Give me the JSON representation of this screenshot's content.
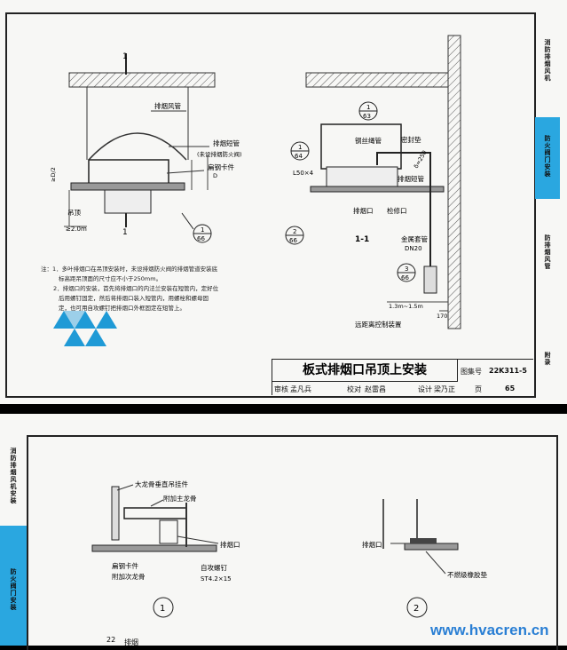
{
  "top_sheet": {
    "title": "板式排烟口吊顶上安装",
    "atlas_label": "图集号",
    "atlas_no": "22K311-5",
    "page_label": "页",
    "page_no": "65",
    "signoff": {
      "review_label": "审核",
      "review_name": "孟凡兵",
      "check_label": "校对",
      "check_name": "赵雷昌",
      "design_label": "设计",
      "design_name": "梁乃正"
    },
    "sidebar": {
      "tab1": "消防排烟风机",
      "tab2": "防火阀门安装",
      "tab3": "防排烟风管",
      "tab4": "附录"
    },
    "labels": {
      "section_mark": "1",
      "smoke_duct": "排烟风管",
      "short_pipe": "排烟短管",
      "short_pipe_note": "(未设排烟防火阀)",
      "flat_steel": "扁钢卡件",
      "ceiling": "吊顶",
      "dim_half_d": "≥D/2",
      "dim_d": "D",
      "dim_2m": "≥2.0m",
      "callout_66_top": "1",
      "callout_66_bottom": "66",
      "callout_63_top": "1",
      "callout_63_bottom": "63",
      "callout_64_top": "1",
      "callout_64_bottom": "64",
      "callout_2_66_top": "2",
      "callout_2_66_bottom": "66",
      "callout_3_66_top": "3",
      "callout_3_66_bottom": "66",
      "wire_rope": "钢丝绳管",
      "seal_pad": "密封垫",
      "angle_steel": "L50×4",
      "short_pipe2": "排烟短管",
      "smoke_outlet": "排烟口",
      "inspection": "检修口",
      "section_title": "1-1",
      "dim_250": "δ=250",
      "metal_sleeve": "金属套管",
      "dn20": "DN20",
      "dim_range": "1.3m~1.5m",
      "dim_170": "170",
      "remote_control": "远距离控制装置"
    },
    "notes": [
      "注：1．多叶排烟口在吊顶安装时，未设排烟防火阀的排烟管道安装底",
      "标高距吊顶面的尺寸应不小于250mm。",
      "2．排烟口的安装，首先将排烟口的内法兰安装在短管内，定好位",
      "后用螺钉固定，然后将排烟口装入短管内，用螺栓和螺母固",
      "定，也可用自攻螺钉把排烟口外框固定在短管上。"
    ]
  },
  "bottom_sheet": {
    "sidebar": {
      "tab1": "消防排烟风机安装",
      "tab2": "防火阀门安装"
    },
    "labels": {
      "hanger": "大龙骨垂直吊挂件",
      "main_keel": "附加主龙骨",
      "smoke_outlet": "排烟口",
      "flat_steel": "扁钢卡件",
      "sub_keel": "附加次龙骨",
      "tapping_screw": "自攻螺钉",
      "screw_spec": "ST4.2×15",
      "smoke_outlet2": "排烟口",
      "rubber_pad": "不燃级橡胶垫",
      "detail1": "1",
      "detail2": "2",
      "page_no": "22",
      "foot_text": "排烟"
    }
  },
  "watermark": "www.hvacren.cn"
}
